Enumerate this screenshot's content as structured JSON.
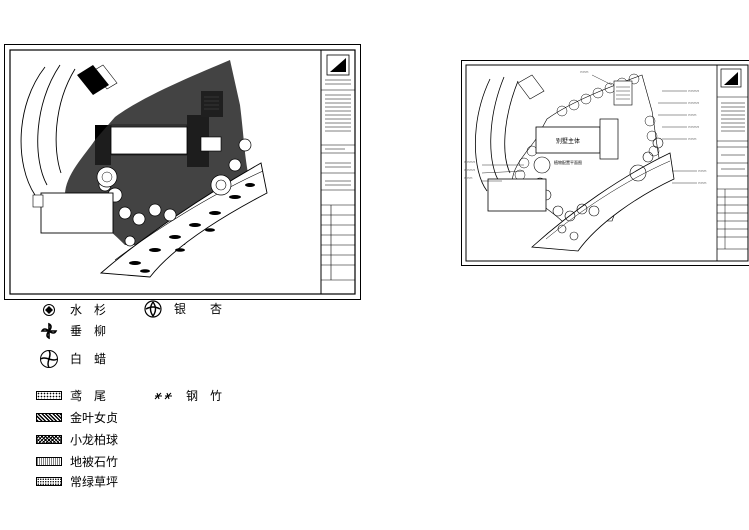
{
  "drawing_left": {
    "building_label": "",
    "legend_key": "legend"
  },
  "drawing_right": {
    "main_building_label": "别墅主体",
    "subtitle_label": "植物配置平面图",
    "dense_notes": [
      "水杉",
      "银杏",
      "垂柳",
      "白蜡",
      "鸢尾",
      "钢竹",
      "金叶女贞",
      "小龙柏球",
      "地被石竹",
      "常绿草坪"
    ]
  },
  "legend": {
    "items": [
      {
        "symbol": "shuishan-icon",
        "label": "水　杉"
      },
      {
        "symbol": "yinxing-icon",
        "label": "银　　杏"
      },
      {
        "symbol": "chuiliu-icon",
        "label": "垂　柳"
      },
      {
        "symbol": "baila-icon",
        "label": "白　蜡"
      },
      {
        "symbol": "yuanwei-swatch",
        "label": "鸢　尾"
      },
      {
        "symbol": "gangzhu-icon",
        "label": "钢　竹"
      },
      {
        "symbol": "jinye-swatch",
        "label": "金叶女贞"
      },
      {
        "symbol": "longbai-swatch",
        "label": "小龙柏球"
      },
      {
        "symbol": "shizhu-swatch",
        "label": "地被石竹"
      },
      {
        "symbol": "caoping-swatch",
        "label": "常绿草坪"
      }
    ]
  }
}
